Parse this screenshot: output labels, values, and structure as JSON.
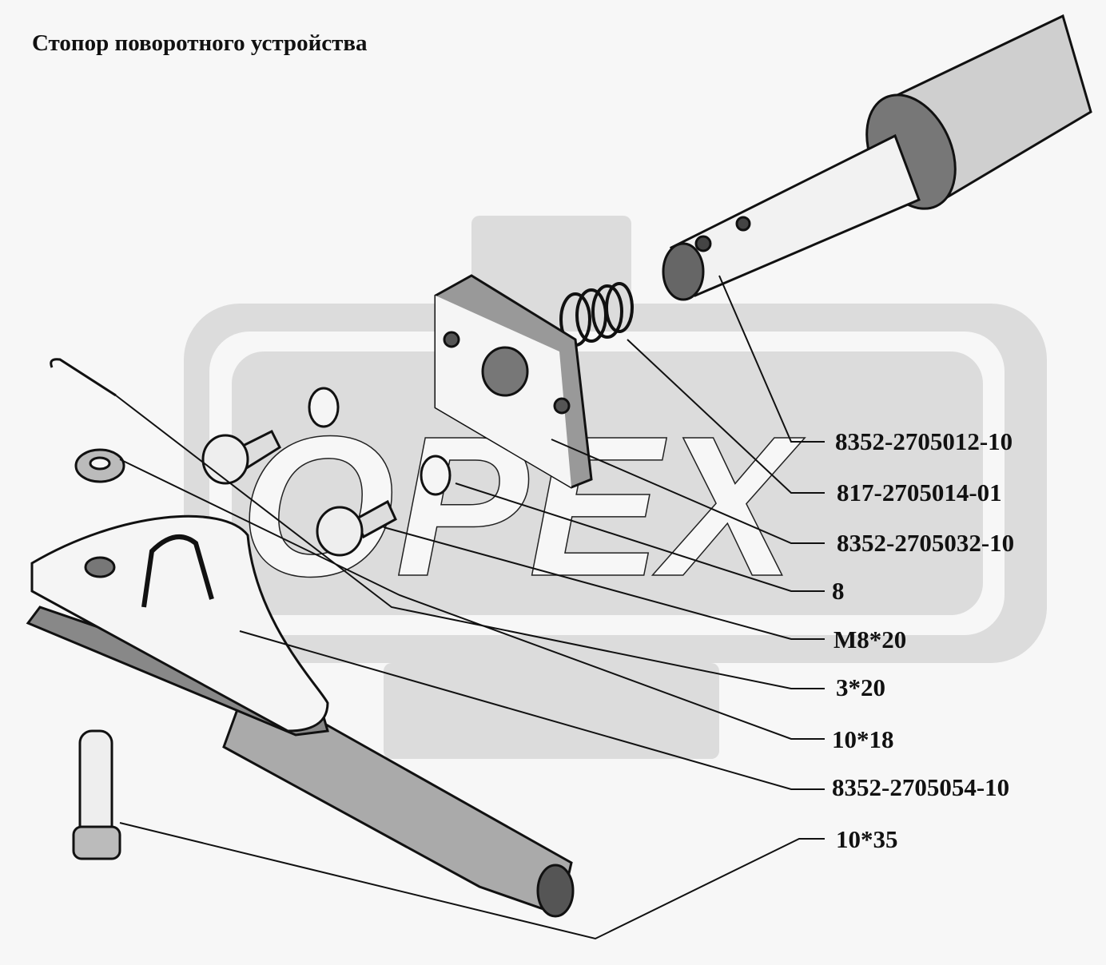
{
  "title": "Стопор поворотного устройства",
  "watermark": "OPEX",
  "colors": {
    "background": "#f7f7f7",
    "watermark": "#dcdcdc",
    "ink": "#111111"
  },
  "callouts": [
    {
      "label": "8352-2705012-10",
      "part": "handle"
    },
    {
      "label": "817-2705014-01",
      "part": "spring"
    },
    {
      "label": "8352-2705032-10",
      "part": "plate"
    },
    {
      "label": "8",
      "part": "spring-washer"
    },
    {
      "label": "M8*20",
      "part": "bolt"
    },
    {
      "label": "3*20",
      "part": "cotter-pin"
    },
    {
      "label": "10*18",
      "part": "washer"
    },
    {
      "label": "8352-2705054-10",
      "part": "lever"
    },
    {
      "label": "10*35",
      "part": "pin"
    }
  ]
}
